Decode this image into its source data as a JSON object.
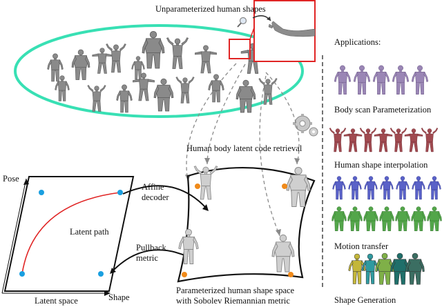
{
  "labels": {
    "unparam": "Unparameterized human shapes",
    "retrieval": "Human body latent code retrieval",
    "pose": "Pose",
    "shape": "Shape",
    "latent_path": "Latent path",
    "latent_space": "Latent space",
    "affine_decoder": "Affine\ndecoder",
    "pullback_metric": "Pullback\nmetric",
    "param_space": "Parameterized human shape space\nwith Sobolev Riemannian metric"
  },
  "applications": {
    "title": "Applications:",
    "items": [
      {
        "label": "Body scan Parameterization",
        "color": "#9a86b5"
      },
      {
        "label": "Human shape interpolation",
        "color": "#a04a50"
      },
      {
        "label": "Motion transfer",
        "color": "#5a62c8"
      },
      {
        "label": "Shape Generation",
        "color": "#3e8a78"
      }
    ],
    "motion_transfer_lower_color": "#53a64a",
    "generation_colors": [
      "#c4b73a",
      "#2f9aa0",
      "#7fb048",
      "#1f6f6a",
      "#3b6e62"
    ]
  },
  "colors": {
    "ellipse": "#38e0b4",
    "highlight": "#e02424",
    "latent_path": "#e02424",
    "latent_point": "#1a9fe0",
    "shape_point": "#f08a1a",
    "body_gray": "#8a8a8a"
  },
  "icons": [
    "magnifier-icon",
    "gear-icon"
  ]
}
